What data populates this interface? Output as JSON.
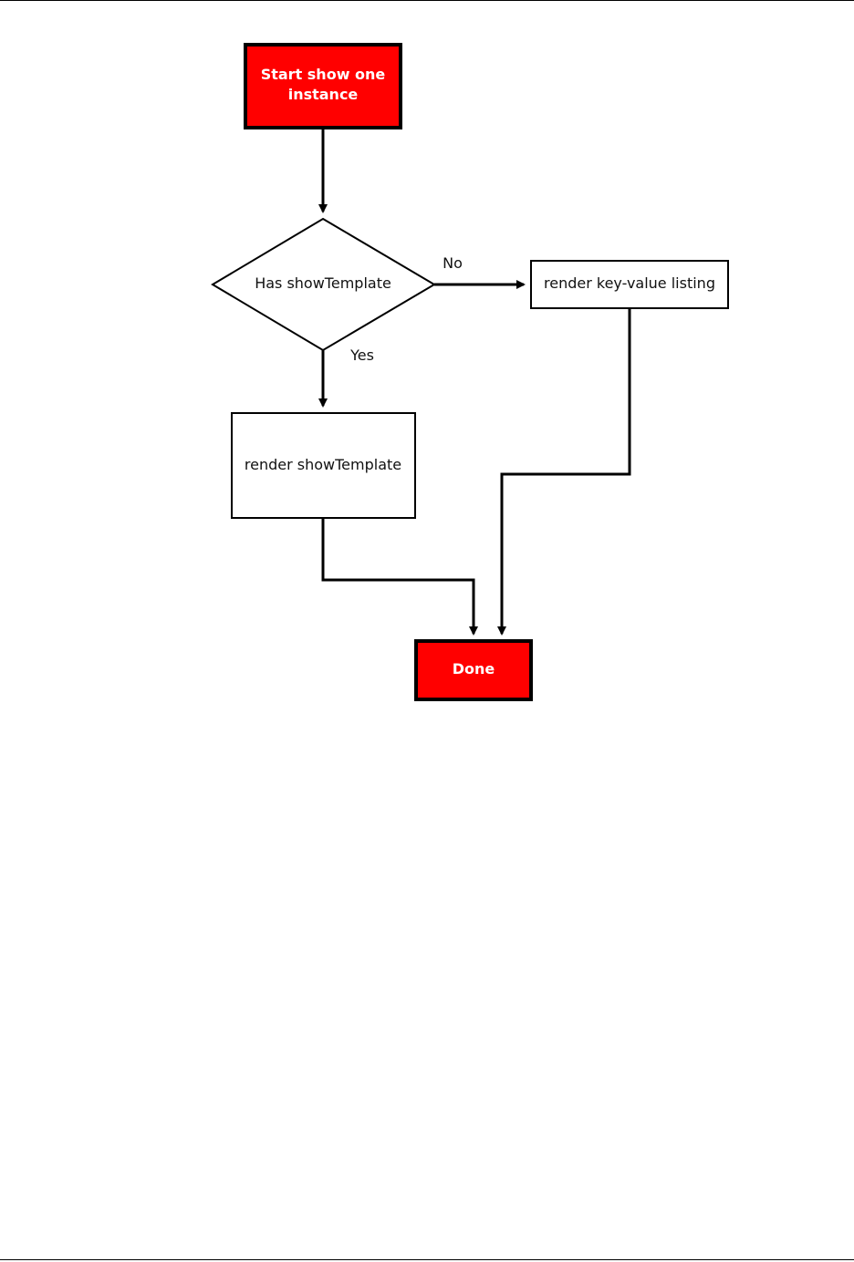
{
  "diagram": {
    "start": {
      "label_line1": "Start show one",
      "label_line2": "instance"
    },
    "decision": {
      "label": "Has showTemplate"
    },
    "no_branch": {
      "label": "No"
    },
    "yes_branch": {
      "label": "Yes"
    },
    "render_kv": {
      "label": "render key-value listing"
    },
    "render_template": {
      "label": "render showTemplate"
    },
    "done": {
      "label": "Done"
    }
  },
  "colors": {
    "terminal_fill": "#ff0000",
    "stroke": "#000000",
    "box_fill": "#ffffff"
  }
}
